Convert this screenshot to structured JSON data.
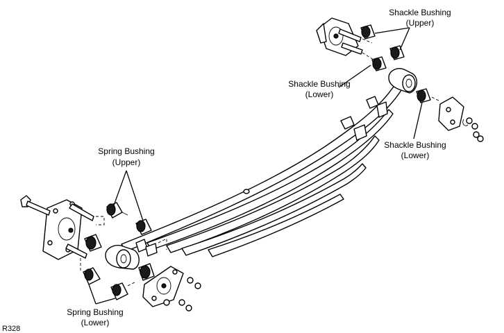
{
  "labels": {
    "shackle_upper": [
      "Shackle Bushing",
      "(Upper)"
    ],
    "shackle_lower_left": [
      "Shackle Bushing",
      "(Lower)"
    ],
    "shackle_lower_right": [
      "Shackle Bushing",
      "(Lower)"
    ],
    "spring_upper": [
      "Spring Bushing",
      "(Upper)"
    ],
    "spring_lower": [
      "Spring Bushing",
      "(Lower)"
    ]
  },
  "figure_code": "R328"
}
